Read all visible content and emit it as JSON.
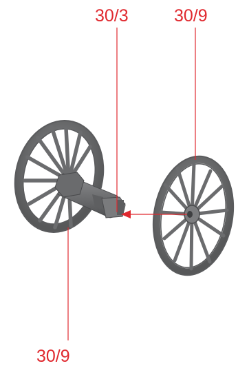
{
  "labels": {
    "axle_part": "30/3",
    "wheel_right_part": "30/9",
    "wheel_left_part": "30/9"
  },
  "colors": {
    "label_red": "#e0282e",
    "leader_red": "#e0282e",
    "part_gray": "#6f7072",
    "part_dark": "#4c4d4f",
    "part_light": "#9a9b9d"
  }
}
